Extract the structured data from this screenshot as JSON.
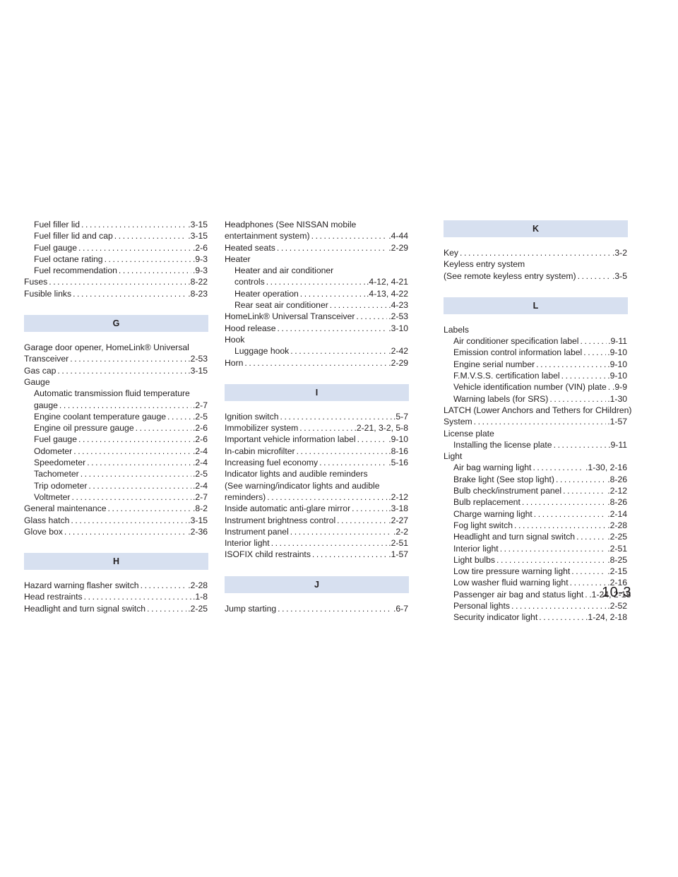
{
  "page_number": "10-3",
  "columns": [
    [
      {
        "type": "entry",
        "level": 1,
        "text": "Fuel filler lid",
        "page": ".3-15"
      },
      {
        "type": "entry",
        "level": 1,
        "text": "Fuel filler lid and cap",
        "page": ".3-15"
      },
      {
        "type": "entry",
        "level": 1,
        "text": "Fuel gauge",
        "page": ".2-6"
      },
      {
        "type": "entry",
        "level": 1,
        "text": "Fuel octane rating",
        "page": ".9-3"
      },
      {
        "type": "entry",
        "level": 1,
        "text": "Fuel recommendation",
        "page": ".9-3"
      },
      {
        "type": "entry",
        "level": 0,
        "text": "Fuses",
        "page": ".8-22"
      },
      {
        "type": "entry",
        "level": 0,
        "text": "Fusible links",
        "page": ".8-23"
      },
      {
        "type": "header",
        "text": "G"
      },
      {
        "type": "entry",
        "level": 0,
        "lines": [
          "Garage door opener, HomeLink® Universal"
        ],
        "text": "Transceiver",
        "page": ".2-53"
      },
      {
        "type": "entry",
        "level": 0,
        "text": "Gas cap",
        "page": ".3-15"
      },
      {
        "type": "entry",
        "level": 0,
        "text": "Gauge"
      },
      {
        "type": "entry",
        "level": 1,
        "lines": [
          "Automatic transmission fluid temperature"
        ],
        "text": "gauge",
        "page": ".2-7"
      },
      {
        "type": "entry",
        "level": 1,
        "text": "Engine coolant temperature gauge",
        "page": ".2-5"
      },
      {
        "type": "entry",
        "level": 1,
        "text": "Engine oil pressure gauge",
        "page": ".2-6"
      },
      {
        "type": "entry",
        "level": 1,
        "text": "Fuel gauge",
        "page": ".2-6"
      },
      {
        "type": "entry",
        "level": 1,
        "text": "Odometer",
        "page": ".2-4"
      },
      {
        "type": "entry",
        "level": 1,
        "text": "Speedometer",
        "page": ".2-4"
      },
      {
        "type": "entry",
        "level": 1,
        "text": "Tachometer",
        "page": ".2-5"
      },
      {
        "type": "entry",
        "level": 1,
        "text": "Trip odometer",
        "page": ".2-4"
      },
      {
        "type": "entry",
        "level": 1,
        "text": "Voltmeter",
        "page": ".2-7"
      },
      {
        "type": "entry",
        "level": 0,
        "text": "General maintenance",
        "page": ".8-2"
      },
      {
        "type": "entry",
        "level": 0,
        "text": "Glass hatch",
        "page": ".3-15"
      },
      {
        "type": "entry",
        "level": 0,
        "text": "Glove box",
        "page": ".2-36"
      },
      {
        "type": "header",
        "text": "H"
      },
      {
        "type": "entry",
        "level": 0,
        "text": "Hazard warning flasher switch",
        "page": ".2-28"
      },
      {
        "type": "entry",
        "level": 0,
        "text": "Head restraints",
        "page": ".1-8"
      },
      {
        "type": "entry",
        "level": 0,
        "text": "Headlight and turn signal switch",
        "page": ".2-25"
      }
    ],
    [
      {
        "type": "entry",
        "level": 0,
        "lines": [
          "Headphones (See NISSAN mobile"
        ],
        "text": "entertainment system)",
        "page": ".4-44"
      },
      {
        "type": "entry",
        "level": 0,
        "text": "Heated seats",
        "page": ".2-29"
      },
      {
        "type": "entry",
        "level": 0,
        "text": "Heater"
      },
      {
        "type": "entry",
        "level": 1,
        "lines": [
          "Heater and air conditioner"
        ],
        "text": "controls",
        "page": ".4-12, 4-21"
      },
      {
        "type": "entry",
        "level": 1,
        "text": "Heater operation",
        "page": ".4-13, 4-22"
      },
      {
        "type": "entry",
        "level": 1,
        "text": "Rear seat air conditioner",
        "page": ".4-23"
      },
      {
        "type": "entry",
        "level": 0,
        "text": "HomeLink® Universal Transceiver",
        "page": ".2-53"
      },
      {
        "type": "entry",
        "level": 0,
        "text": "Hood release",
        "page": ".3-10"
      },
      {
        "type": "entry",
        "level": 0,
        "text": "Hook"
      },
      {
        "type": "entry",
        "level": 1,
        "text": "Luggage hook",
        "page": ".2-42"
      },
      {
        "type": "entry",
        "level": 0,
        "text": "Horn",
        "page": ".2-29"
      },
      {
        "type": "header",
        "text": "I"
      },
      {
        "type": "entry",
        "level": 0,
        "text": "Ignition switch",
        "page": ".5-7"
      },
      {
        "type": "entry",
        "level": 0,
        "text": "Immobilizer system",
        "page": ".2-21, 3-2, 5-8"
      },
      {
        "type": "entry",
        "level": 0,
        "text": "Important vehicle information label",
        "page": ".9-10"
      },
      {
        "type": "entry",
        "level": 0,
        "text": "In-cabin microfilter",
        "page": ".8-16"
      },
      {
        "type": "entry",
        "level": 0,
        "text": "Increasing fuel economy",
        "page": ".5-16"
      },
      {
        "type": "entry",
        "level": 0,
        "lines": [
          "Indicator lights and audible reminders",
          "(See warning/indicator lights and audible"
        ],
        "text": "reminders)",
        "page": ".2-12"
      },
      {
        "type": "entry",
        "level": 0,
        "text": "Inside automatic anti-glare mirror",
        "page": ".3-18"
      },
      {
        "type": "entry",
        "level": 0,
        "text": "Instrument brightness control",
        "page": ".2-27"
      },
      {
        "type": "entry",
        "level": 0,
        "text": "Instrument panel",
        "page": ".2-2"
      },
      {
        "type": "entry",
        "level": 0,
        "text": "Interior light",
        "page": ".2-51"
      },
      {
        "type": "entry",
        "level": 0,
        "text": "ISOFIX child restraints",
        "page": ".1-57"
      },
      {
        "type": "header",
        "text": "J"
      },
      {
        "type": "entry",
        "level": 0,
        "text": "Jump starting",
        "page": ".6-7"
      }
    ],
    [
      {
        "type": "header",
        "text": "K",
        "first": true
      },
      {
        "type": "entry",
        "level": 0,
        "text": "Key",
        "page": ".3-2"
      },
      {
        "type": "entry",
        "level": 0,
        "text": "Keyless entry system"
      },
      {
        "type": "entry",
        "level": 0,
        "text": "(See remote keyless entry system)",
        "page": ".3-5"
      },
      {
        "type": "header",
        "text": "L"
      },
      {
        "type": "entry",
        "level": 0,
        "text": "Labels"
      },
      {
        "type": "entry",
        "level": 1,
        "text": "Air conditioner specification label",
        "page": ".9-11"
      },
      {
        "type": "entry",
        "level": 1,
        "text": "Emission control information label",
        "page": ".9-10"
      },
      {
        "type": "entry",
        "level": 1,
        "text": "Engine serial number",
        "page": ".9-10"
      },
      {
        "type": "entry",
        "level": 1,
        "text": "F.M.V.S.S. certification label",
        "page": ".9-10"
      },
      {
        "type": "entry",
        "level": 1,
        "text": "Vehicle identification number (VIN) plate",
        "page": ".9-9"
      },
      {
        "type": "entry",
        "level": 1,
        "text": "Warning labels (for SRS)",
        "page": ".1-30"
      },
      {
        "type": "entry",
        "level": 0,
        "lines": [
          "LATCH (Lower Anchors and Tethers for CHildren)"
        ],
        "text": "System",
        "page": ".1-57"
      },
      {
        "type": "entry",
        "level": 0,
        "text": "License plate"
      },
      {
        "type": "entry",
        "level": 1,
        "text": "Installing the license plate",
        "page": ".9-11"
      },
      {
        "type": "entry",
        "level": 0,
        "text": "Light"
      },
      {
        "type": "entry",
        "level": 1,
        "text": "Air bag warning light",
        "page": ".1-30, 2-16"
      },
      {
        "type": "entry",
        "level": 1,
        "text": "Brake light (See stop light)",
        "page": ".8-26"
      },
      {
        "type": "entry",
        "level": 1,
        "text": "Bulb check/instrument panel",
        "page": ".2-12"
      },
      {
        "type": "entry",
        "level": 1,
        "text": "Bulb replacement",
        "page": ".8-26"
      },
      {
        "type": "entry",
        "level": 1,
        "text": "Charge warning light",
        "page": ".2-14"
      },
      {
        "type": "entry",
        "level": 1,
        "text": "Fog light switch",
        "page": ".2-28"
      },
      {
        "type": "entry",
        "level": 1,
        "text": "Headlight and turn signal switch",
        "page": ".2-25"
      },
      {
        "type": "entry",
        "level": 1,
        "text": "Interior light",
        "page": ".2-51"
      },
      {
        "type": "entry",
        "level": 1,
        "text": "Light bulbs",
        "page": ".8-25"
      },
      {
        "type": "entry",
        "level": 1,
        "text": "Low tire pressure warning light",
        "page": ".2-15"
      },
      {
        "type": "entry",
        "level": 1,
        "text": "Low washer fluid warning light",
        "page": ".2-16"
      },
      {
        "type": "entry",
        "level": 1,
        "text": "Passenger air bag and status light",
        "page": ".1-24, 2-18"
      },
      {
        "type": "entry",
        "level": 1,
        "text": "Personal lights",
        "page": ".2-52"
      },
      {
        "type": "entry",
        "level": 1,
        "text": "Security indicator light",
        "page": ".1-24, 2-18"
      }
    ]
  ]
}
